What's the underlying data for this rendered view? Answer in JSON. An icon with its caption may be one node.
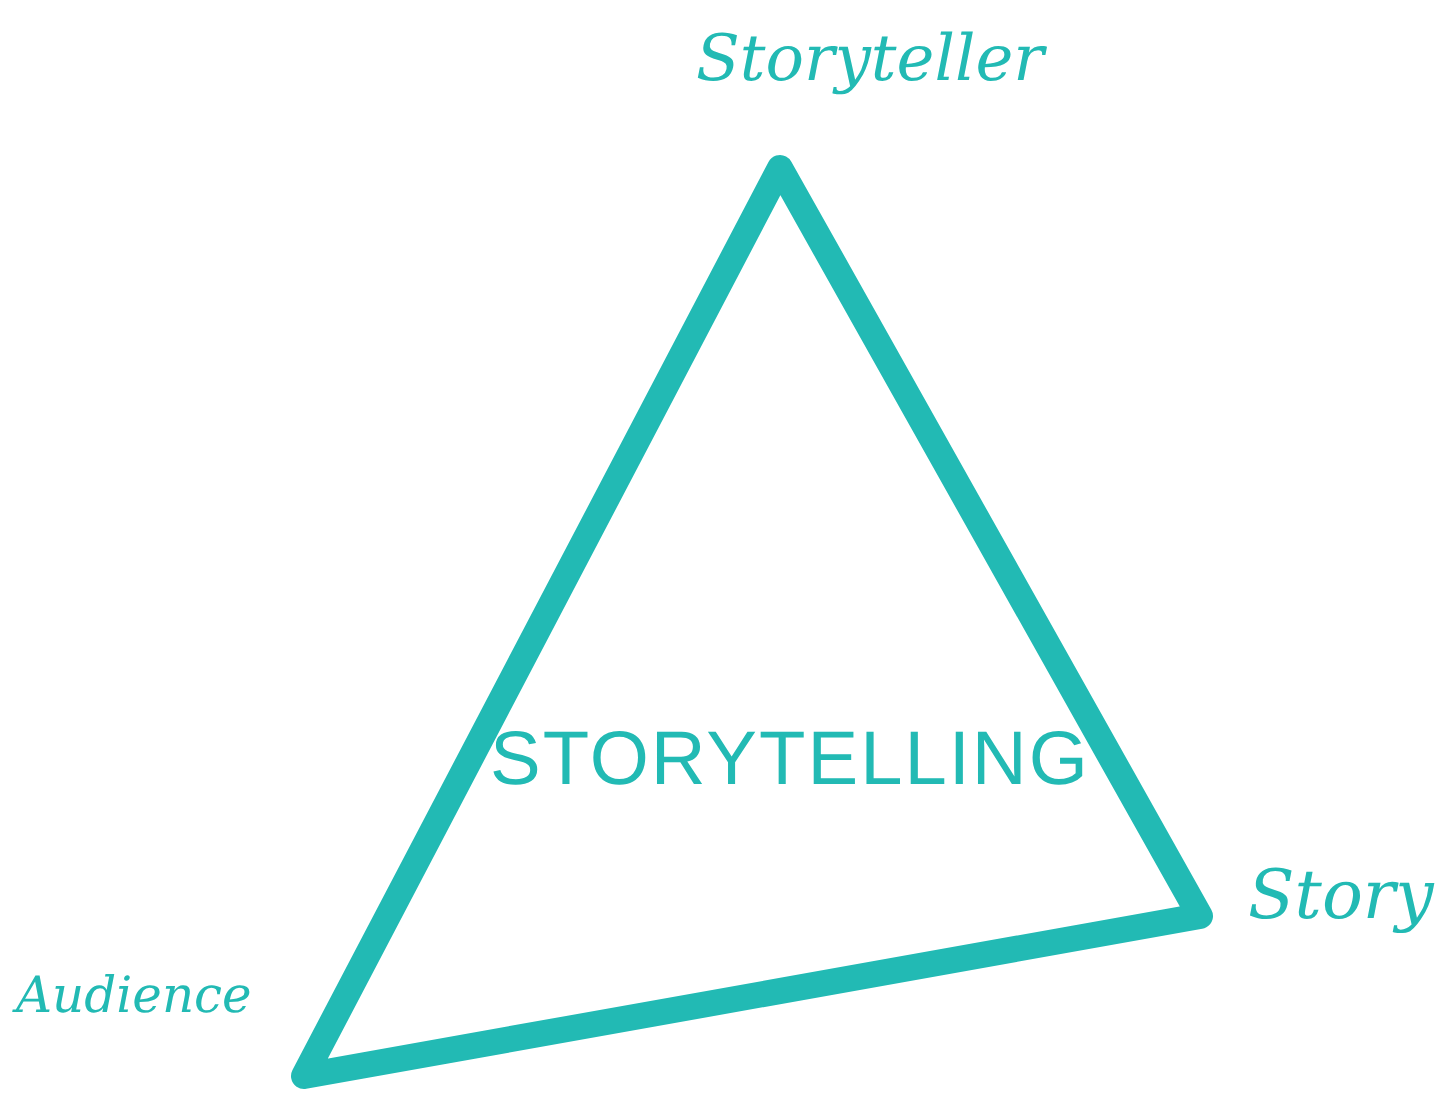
{
  "diagram": {
    "nodes": [
      {
        "text": [
          "STORYTELLING"
        ]
      }
    ],
    "labels": [
      "Storyteller",
      "Story",
      "Audience"
    ]
  }
}
